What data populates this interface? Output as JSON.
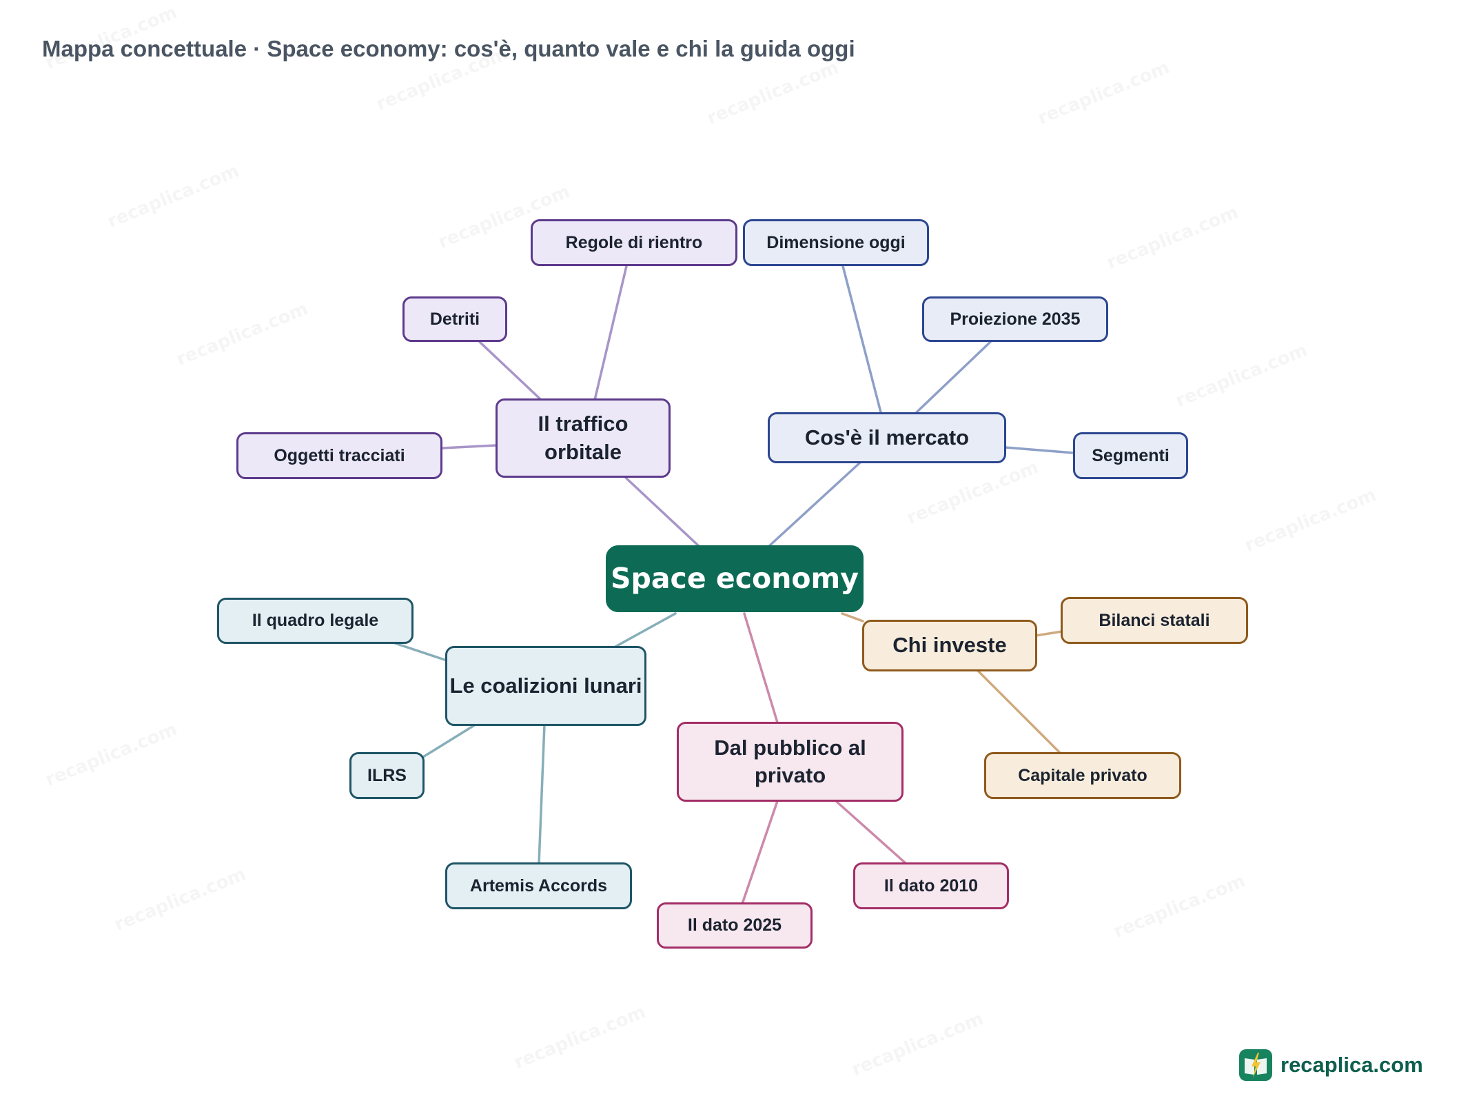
{
  "title": "Mappa concettuale · Space economy: cos'è, quanto vale e chi la guida oggi",
  "watermark": "recaplica.com",
  "brand": {
    "name": "recaplica.com",
    "icon": "book-lightning-icon",
    "color": "#17835f"
  },
  "colors": {
    "center": "#0d6b55",
    "purple": "#5d3a8c",
    "blue": "#2c4690",
    "teal": "#1e5566",
    "pink": "#a32d66",
    "orange": "#8f5a1c"
  },
  "center": {
    "label": "Space economy"
  },
  "branches": [
    {
      "label": "Il traffico orbitale",
      "color": "purple",
      "children": [
        "Regole di rientro",
        "Detriti",
        "Oggetti tracciati"
      ]
    },
    {
      "label": "Cos'è il mercato",
      "color": "blue",
      "children": [
        "Dimensione oggi",
        "Proiezione 2035",
        "Segmenti"
      ]
    },
    {
      "label": "Le coalizioni lunari",
      "color": "teal",
      "children": [
        "Il quadro legale",
        "ILRS",
        "Artemis Accords"
      ]
    },
    {
      "label": "Dal pubblico al privato",
      "color": "pink",
      "children": [
        "Il dato 2025",
        "Il dato 2010"
      ]
    },
    {
      "label": "Chi investe",
      "color": "orange",
      "children": [
        "Bilanci statali",
        "Capitale privato"
      ]
    }
  ]
}
